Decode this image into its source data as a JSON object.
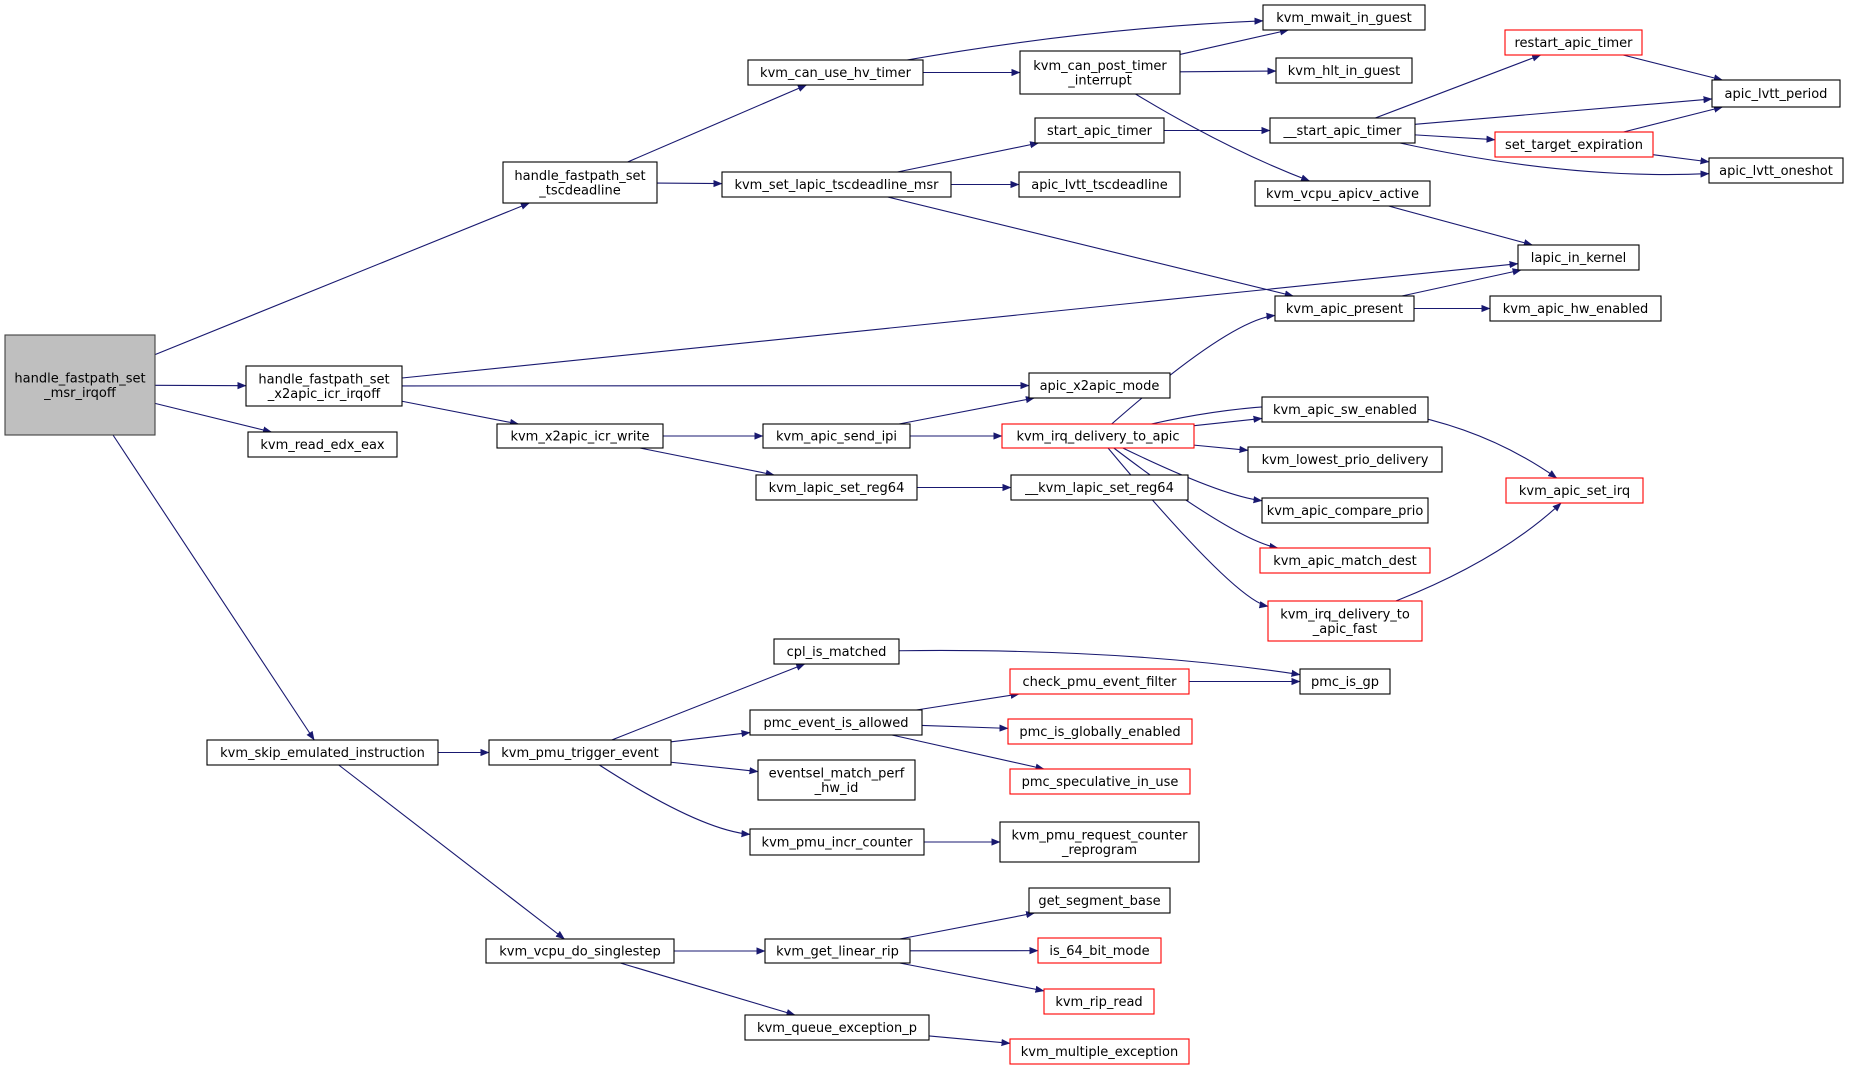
{
  "colors": {
    "edge": "#191970",
    "truncated_border": "#ff0000",
    "root_fill": "#bfbfbf",
    "node_border": "#000000"
  },
  "nodes": [
    {
      "id": "root",
      "lines": [
        "handle_fastpath_set",
        "_msr_irqoff"
      ],
      "style": "root"
    },
    {
      "id": "hfs_tsc",
      "lines": [
        "handle_fastpath_set",
        "_tscdeadline"
      ]
    },
    {
      "id": "hfs_icr",
      "lines": [
        "handle_fastpath_set",
        "_x2apic_icr_irqoff"
      ]
    },
    {
      "id": "read_edx",
      "lines": [
        "kvm_read_edx_eax"
      ]
    },
    {
      "id": "skip_emul",
      "lines": [
        "kvm_skip_emulated_instruction"
      ]
    },
    {
      "id": "can_use_hv",
      "lines": [
        "kvm_can_use_hv_timer"
      ]
    },
    {
      "id": "set_tsc_msr",
      "lines": [
        "kvm_set_lapic_tscdeadline_msr"
      ]
    },
    {
      "id": "x2_icr_write",
      "lines": [
        "kvm_x2apic_icr_write"
      ]
    },
    {
      "id": "pmu_trigger",
      "lines": [
        "kvm_pmu_trigger_event"
      ]
    },
    {
      "id": "singlestep",
      "lines": [
        "kvm_vcpu_do_singlestep"
      ]
    },
    {
      "id": "can_post",
      "lines": [
        "kvm_can_post_timer",
        "_interrupt"
      ]
    },
    {
      "id": "start_apic",
      "lines": [
        "start_apic_timer"
      ]
    },
    {
      "id": "lvtt_tsc",
      "lines": [
        "apic_lvtt_tscdeadline"
      ]
    },
    {
      "id": "x2_mode",
      "lines": [
        "apic_x2apic_mode"
      ]
    },
    {
      "id": "send_ipi",
      "lines": [
        "kvm_apic_send_ipi"
      ]
    },
    {
      "id": "set_reg64",
      "lines": [
        "kvm_lapic_set_reg64"
      ]
    },
    {
      "id": "__set_reg64",
      "lines": [
        "__kvm_lapic_set_reg64"
      ]
    },
    {
      "id": "irq_deliv",
      "lines": [
        "kvm_irq_delivery_to_apic"
      ],
      "style": "trunc"
    },
    {
      "id": "cpl",
      "lines": [
        "cpl_is_matched"
      ]
    },
    {
      "id": "evt_allowed",
      "lines": [
        "pmc_event_is_allowed"
      ]
    },
    {
      "id": "evsel",
      "lines": [
        "eventsel_match_perf",
        "_hw_id"
      ]
    },
    {
      "id": "incr",
      "lines": [
        "kvm_pmu_incr_counter"
      ]
    },
    {
      "id": "req_reprog",
      "lines": [
        "kvm_pmu_request_counter",
        "_reprogram"
      ]
    },
    {
      "id": "lin_rip",
      "lines": [
        "kvm_get_linear_rip"
      ]
    },
    {
      "id": "queue_exc",
      "lines": [
        "kvm_queue_exception_p"
      ]
    },
    {
      "id": "mwait",
      "lines": [
        "kvm_mwait_in_guest"
      ]
    },
    {
      "id": "hlt",
      "lines": [
        "kvm_hlt_in_guest"
      ]
    },
    {
      "id": "__start",
      "lines": [
        "__start_apic_timer"
      ]
    },
    {
      "id": "apicv_active",
      "lines": [
        "kvm_vcpu_apicv_active"
      ]
    },
    {
      "id": "apic_present",
      "lines": [
        "kvm_apic_present"
      ]
    },
    {
      "id": "sw_enabled",
      "lines": [
        "kvm_apic_sw_enabled"
      ]
    },
    {
      "id": "lowest",
      "lines": [
        "kvm_lowest_prio_delivery"
      ]
    },
    {
      "id": "cmp_prio",
      "lines": [
        "kvm_apic_compare_prio"
      ]
    },
    {
      "id": "match_dest",
      "lines": [
        "kvm_apic_match_dest"
      ],
      "style": "trunc"
    },
    {
      "id": "deliv_fast",
      "lines": [
        "kvm_irq_delivery_to",
        "_apic_fast"
      ],
      "style": "trunc"
    },
    {
      "id": "check_filter",
      "lines": [
        "check_pmu_event_filter"
      ],
      "style": "trunc"
    },
    {
      "id": "glob_en",
      "lines": [
        "pmc_is_globally_enabled"
      ],
      "style": "trunc"
    },
    {
      "id": "spec",
      "lines": [
        "pmc_speculative_in_use"
      ],
      "style": "trunc"
    },
    {
      "id": "seg_base",
      "lines": [
        "get_segment_base"
      ]
    },
    {
      "id": "is64",
      "lines": [
        "is_64_bit_mode"
      ],
      "style": "trunc"
    },
    {
      "id": "rip_read",
      "lines": [
        "kvm_rip_read"
      ],
      "style": "trunc"
    },
    {
      "id": "mult_exc",
      "lines": [
        "kvm_multiple_exception"
      ],
      "style": "trunc"
    },
    {
      "id": "restart",
      "lines": [
        "restart_apic_timer"
      ],
      "style": "trunc"
    },
    {
      "id": "set_target",
      "lines": [
        "set_target_expiration"
      ],
      "style": "trunc"
    },
    {
      "id": "lapic_in_kernel",
      "lines": [
        "lapic_in_kernel"
      ]
    },
    {
      "id": "hw_enabled",
      "lines": [
        "kvm_apic_hw_enabled"
      ]
    },
    {
      "id": "set_irq",
      "lines": [
        "kvm_apic_set_irq"
      ],
      "style": "trunc"
    },
    {
      "id": "pmc_is_gp",
      "lines": [
        "pmc_is_gp"
      ]
    },
    {
      "id": "lvtt_period",
      "lines": [
        "apic_lvtt_period"
      ]
    },
    {
      "id": "lvtt_oneshot",
      "lines": [
        "apic_lvtt_oneshot"
      ]
    }
  ],
  "edges": [
    [
      "root",
      "hfs_tsc"
    ],
    [
      "root",
      "hfs_icr"
    ],
    [
      "root",
      "read_edx"
    ],
    [
      "root",
      "skip_emul"
    ],
    [
      "hfs_tsc",
      "can_use_hv"
    ],
    [
      "hfs_tsc",
      "set_tsc_msr"
    ],
    [
      "hfs_icr",
      "lapic_in_kernel"
    ],
    [
      "hfs_icr",
      "x2_mode"
    ],
    [
      "hfs_icr",
      "x2_icr_write"
    ],
    [
      "skip_emul",
      "pmu_trigger"
    ],
    [
      "skip_emul",
      "singlestep"
    ],
    [
      "can_use_hv",
      "mwait"
    ],
    [
      "can_use_hv",
      "can_post"
    ],
    [
      "set_tsc_msr",
      "start_apic"
    ],
    [
      "set_tsc_msr",
      "lvtt_tsc"
    ],
    [
      "set_tsc_msr",
      "apic_present"
    ],
    [
      "x2_icr_write",
      "send_ipi"
    ],
    [
      "x2_icr_write",
      "set_reg64"
    ],
    [
      "pmu_trigger",
      "cpl"
    ],
    [
      "pmu_trigger",
      "evt_allowed"
    ],
    [
      "pmu_trigger",
      "evsel"
    ],
    [
      "pmu_trigger",
      "incr"
    ],
    [
      "singlestep",
      "lin_rip"
    ],
    [
      "singlestep",
      "queue_exc"
    ],
    [
      "can_post",
      "mwait"
    ],
    [
      "can_post",
      "hlt"
    ],
    [
      "can_post",
      "apicv_active"
    ],
    [
      "start_apic",
      "__start"
    ],
    [
      "send_ipi",
      "x2_mode"
    ],
    [
      "send_ipi",
      "irq_deliv"
    ],
    [
      "set_reg64",
      "__set_reg64"
    ],
    [
      "irq_deliv",
      "apic_present"
    ],
    [
      "irq_deliv",
      "set_irq"
    ],
    [
      "irq_deliv",
      "sw_enabled"
    ],
    [
      "irq_deliv",
      "lowest"
    ],
    [
      "irq_deliv",
      "cmp_prio"
    ],
    [
      "irq_deliv",
      "match_dest"
    ],
    [
      "irq_deliv",
      "deliv_fast"
    ],
    [
      "cpl",
      "pmc_is_gp"
    ],
    [
      "evt_allowed",
      "check_filter"
    ],
    [
      "evt_allowed",
      "glob_en"
    ],
    [
      "evt_allowed",
      "spec"
    ],
    [
      "incr",
      "req_reprog"
    ],
    [
      "lin_rip",
      "seg_base"
    ],
    [
      "lin_rip",
      "is64"
    ],
    [
      "lin_rip",
      "rip_read"
    ],
    [
      "queue_exc",
      "mult_exc"
    ],
    [
      "__start",
      "restart"
    ],
    [
      "__start",
      "lvtt_period"
    ],
    [
      "__start",
      "set_target"
    ],
    [
      "__start",
      "lvtt_oneshot"
    ],
    [
      "apicv_active",
      "lapic_in_kernel"
    ],
    [
      "apic_present",
      "lapic_in_kernel"
    ],
    [
      "apic_present",
      "hw_enabled"
    ],
    [
      "deliv_fast",
      "set_irq"
    ],
    [
      "check_filter",
      "pmc_is_gp"
    ],
    [
      "restart",
      "lvtt_period"
    ],
    [
      "set_target",
      "lvtt_period"
    ],
    [
      "set_target",
      "lvtt_oneshot"
    ]
  ]
}
